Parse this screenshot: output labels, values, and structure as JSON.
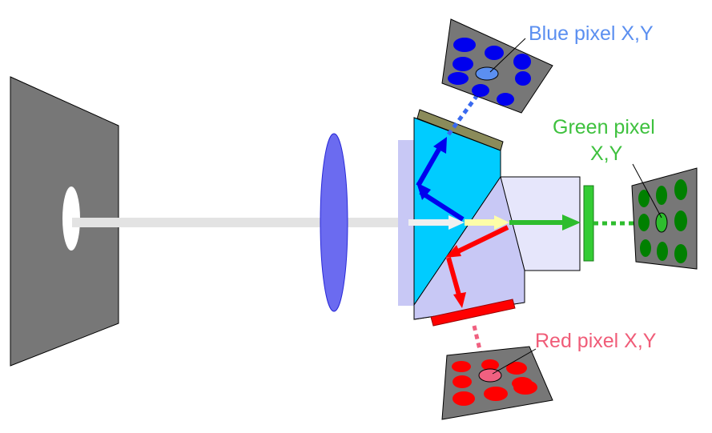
{
  "labels": {
    "blue": "Blue pixel X,Y",
    "green_line1": "Green pixel",
    "green_line2": "X,Y",
    "red": "Red pixel X,Y"
  },
  "colors": {
    "blue_label": "#5b8ff0",
    "green_label": "#3ec13e",
    "red_label": "#f05c78",
    "blue": "#0000ee",
    "green": "#2ebd2e",
    "red": "#ff0000",
    "sensor_gray": "#777777",
    "prism_cyan": "#00ccff",
    "prism_lavender": "#c8c8f5",
    "lens": "#6b6bf0",
    "light_beam": "#e3e3e3"
  },
  "icons": {
    "object": "gray-screen-with-aperture",
    "lens": "convex-lens",
    "prism": "dichroic-prism-block",
    "sensors": "pixel-grid-sensors"
  }
}
